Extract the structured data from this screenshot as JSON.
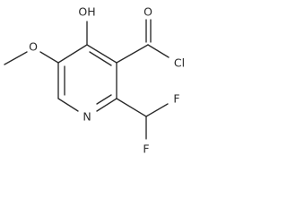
{
  "molecule": {
    "atoms": {
      "hydroxyl": "OH",
      "carbonyl_oxygen": "O",
      "chlorine": "Cl",
      "methoxy_oxygen": "O",
      "ring_nitrogen": "N",
      "fluorine_top": "F",
      "fluorine_bottom": "F"
    },
    "colors": {
      "bond": "#2a2a2a",
      "label": "#2a2a2a",
      "background": "#ffffff"
    }
  }
}
